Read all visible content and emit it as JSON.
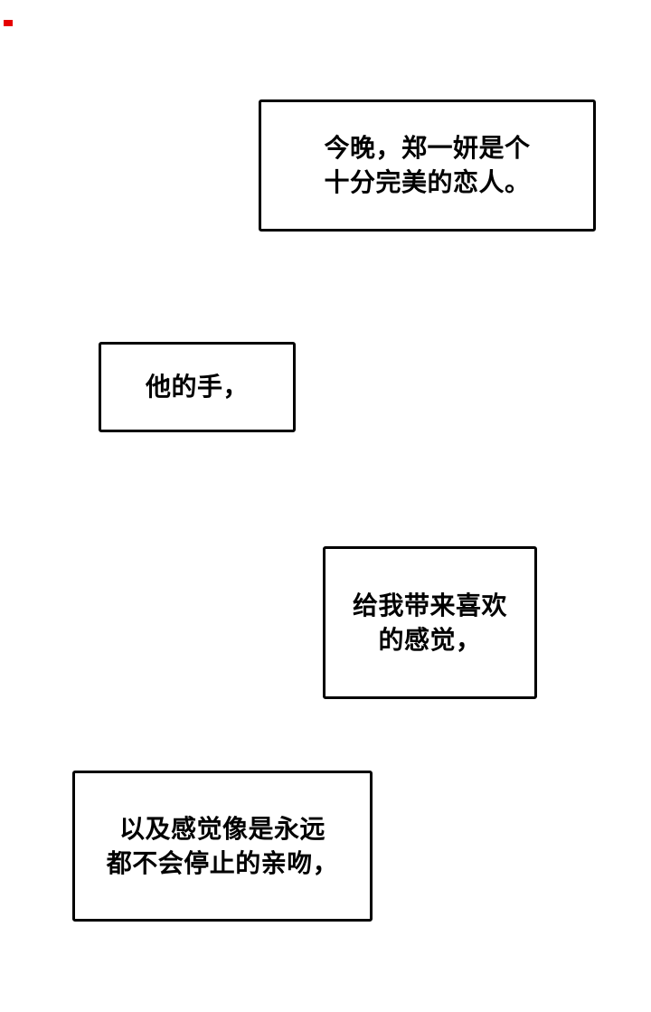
{
  "page": {
    "background_color": "#ffffff",
    "text_color": "#000000",
    "box_border_color": "#000000",
    "red_mark_color": "#e60000"
  },
  "bubbles": [
    {
      "id": "narration-box-1",
      "lines": [
        "今晚，郑一妍是个",
        "十分完美的恋人。"
      ]
    },
    {
      "id": "narration-box-2",
      "lines": [
        "他的手，"
      ]
    },
    {
      "id": "narration-box-3",
      "lines": [
        "给我带来喜欢",
        "的感觉，"
      ]
    },
    {
      "id": "narration-box-4",
      "lines": [
        "以及感觉像是永远",
        "都不会停止的亲吻，"
      ]
    }
  ]
}
